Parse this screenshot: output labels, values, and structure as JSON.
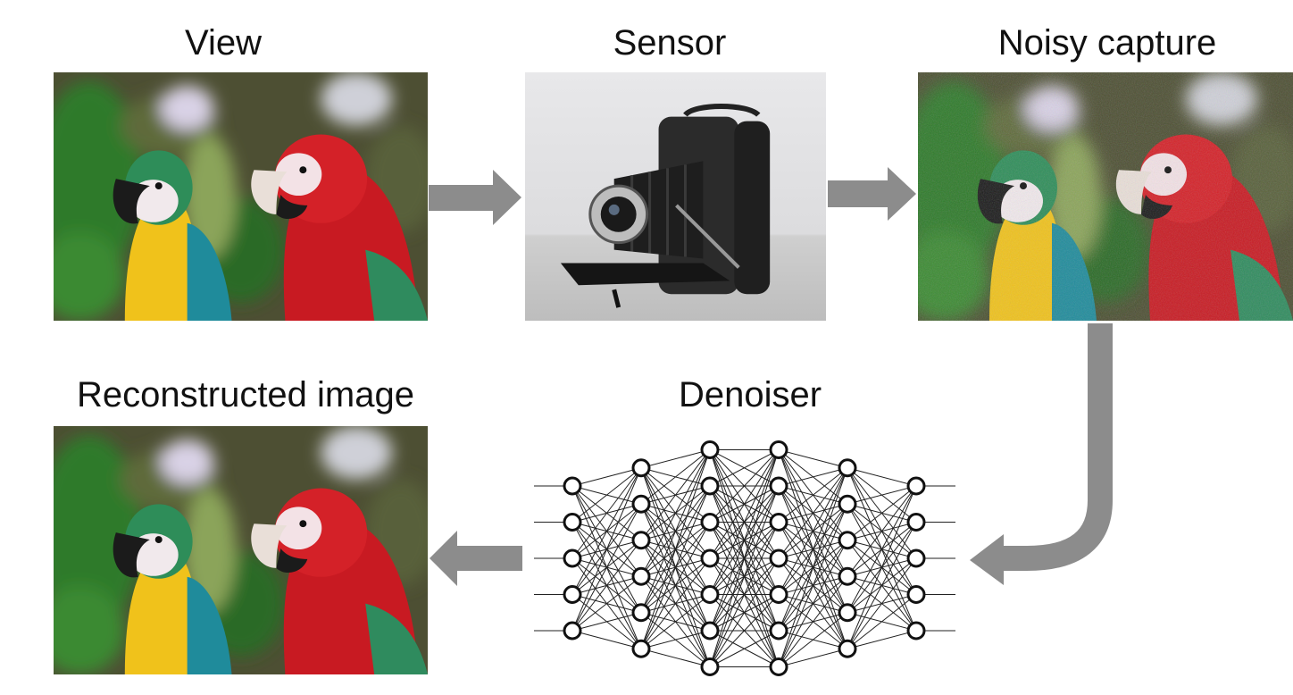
{
  "labels": {
    "view": "View",
    "sensor": "Sensor",
    "noisy": "Noisy capture",
    "reconstructed": "Reconstructed image",
    "denoiser": "Denoiser"
  },
  "colors": {
    "arrow": "#8c8c8c",
    "network_line": "#222222",
    "node_fill": "#ffffff",
    "node_stroke": "#111111"
  },
  "network": {
    "layer_sizes": [
      5,
      6,
      7,
      7,
      6,
      5
    ]
  }
}
